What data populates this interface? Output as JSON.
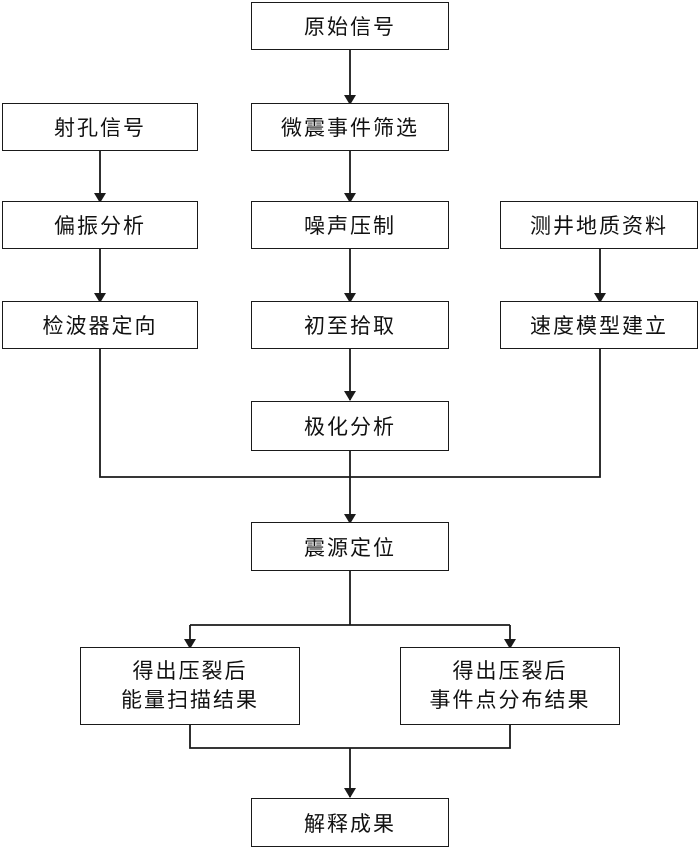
{
  "nodes": {
    "raw_signal": "原始信号",
    "microseismic_screening": "微震事件筛选",
    "perforation_signal": "射孔信号",
    "polarization_analysis": "偏振分析",
    "noise_suppression": "噪声压制",
    "well_log_geology": "测井地质资料",
    "geophone_orientation": "检波器定向",
    "first_arrival_picking": "初至拾取",
    "velocity_model": "速度模型建立",
    "polarity_analysis": "极化分析",
    "source_location": "震源定位",
    "energy_scan_result": {
      "line1": "得出压裂后",
      "line2": "能量扫描结果"
    },
    "event_distribution_result": {
      "line1": "得出压裂后",
      "line2": "事件点分布结果"
    },
    "interpretation_result": "解释成果"
  },
  "colors": {
    "line": "#1a1a1a",
    "text": "#111111",
    "background": "#ffffff"
  }
}
